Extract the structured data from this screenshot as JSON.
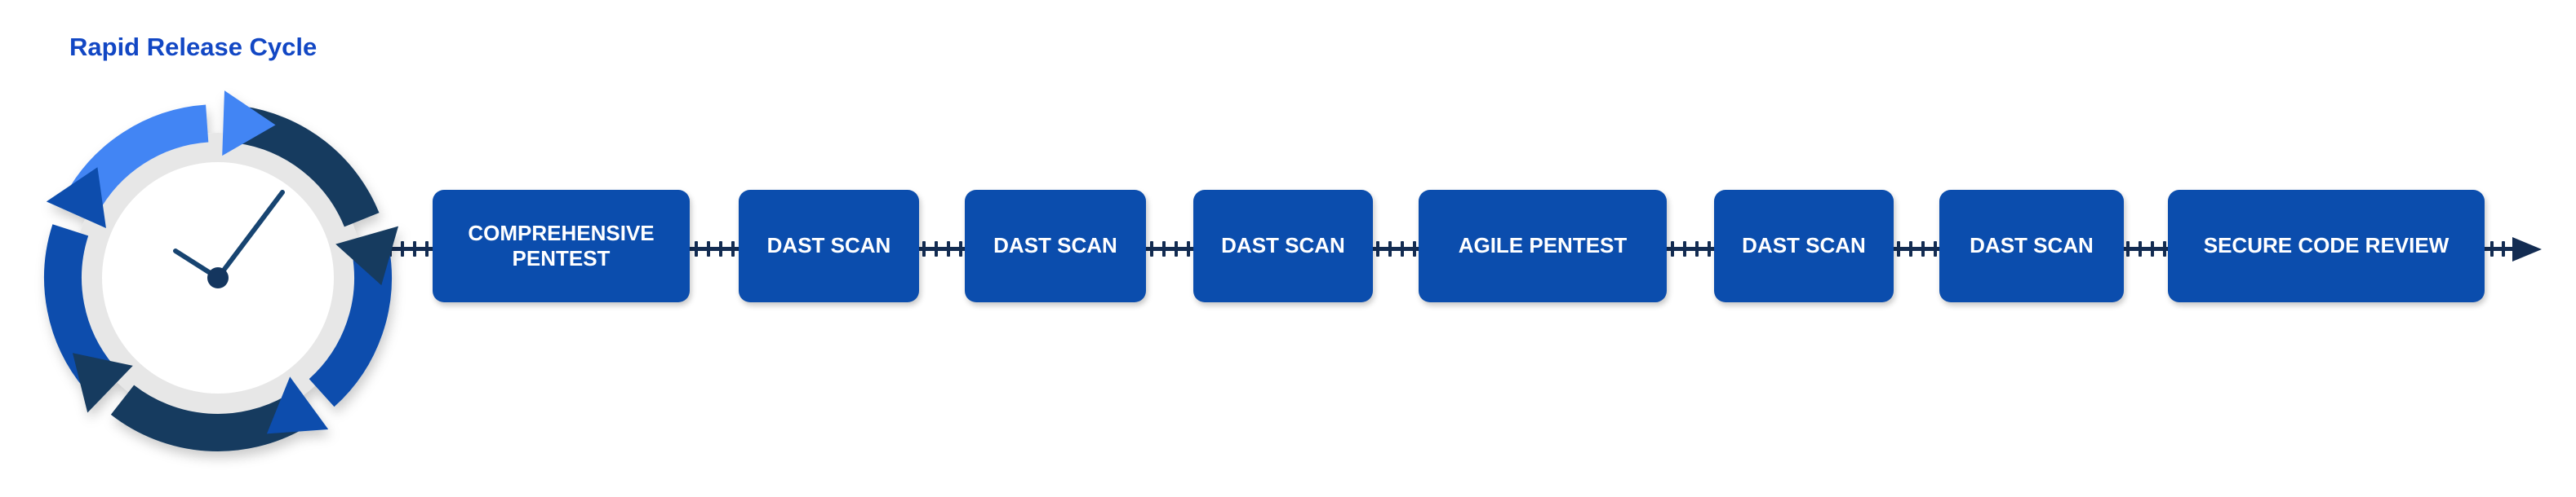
{
  "title": "Rapid Release Cycle",
  "clock": {
    "icon": "clock-cycle-icon"
  },
  "timeline": {
    "steps": [
      {
        "label": "COMPREHENSIVE PENTEST"
      },
      {
        "label": "DAST SCAN"
      },
      {
        "label": "DAST SCAN"
      },
      {
        "label": "DAST SCAN"
      },
      {
        "label": "AGILE PENTEST"
      },
      {
        "label": "DAST SCAN"
      },
      {
        "label": "DAST SCAN"
      },
      {
        "label": "SECURE CODE REVIEW"
      }
    ],
    "end_icon": "arrow-right-icon"
  },
  "colors": {
    "title_blue": "#1247C4",
    "box_blue": "#0B4DAD",
    "light_blue_arrow": "#4285F4",
    "navy_arrow": "#143A5F",
    "timeline_navy": "#132C52",
    "clock_hand_navy": "#174471",
    "ring_gray": "#E7E7E7",
    "box_text": "#FFFFFF"
  }
}
